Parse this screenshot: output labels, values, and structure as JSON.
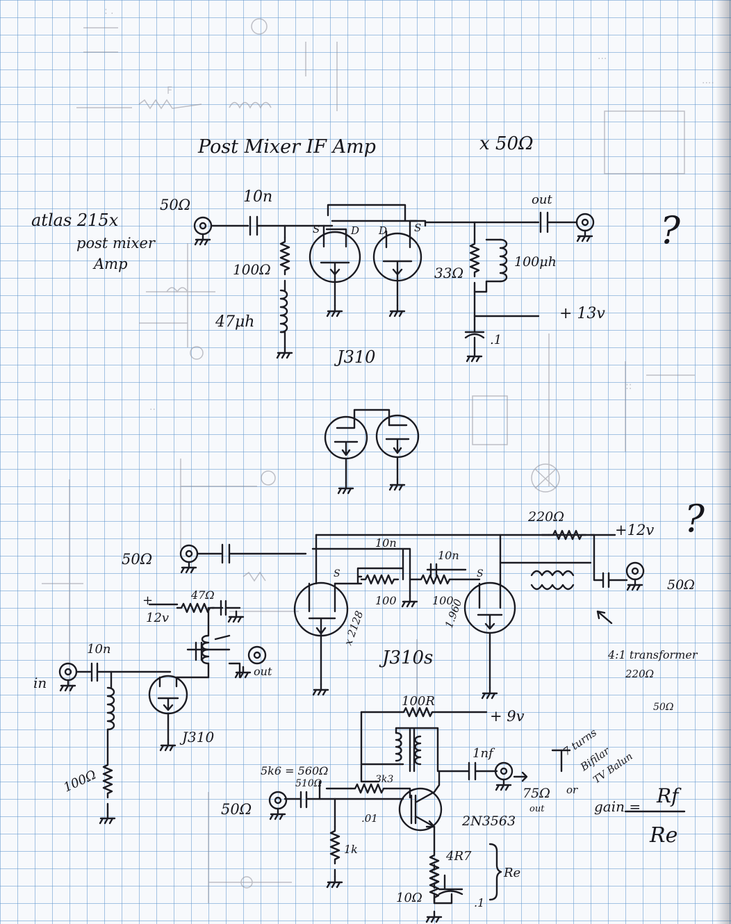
{
  "title": "Post Mixer IF Amp",
  "title_imp": "x 50Ω",
  "c1": {
    "in_note_line1": "atlas 215x",
    "in_note_line2": "post mixer",
    "in_note_line3": "Amp",
    "in_imp": "50Ω",
    "cap": "10n",
    "res": "100Ω",
    "ind": "47μh",
    "fet": "J310",
    "s1": "S",
    "d1": "D",
    "d2": "D",
    "s2": "S",
    "r_drain": "33Ω",
    "l_drain": "100μh",
    "supply": "+ 13v",
    "bypass": ".1",
    "out": "out",
    "question": "?"
  },
  "c2": {
    "r_top": "220Ω",
    "supply": "+12v",
    "in_imp": "50Ω",
    "cap1": "10n",
    "cap2": "10n",
    "r1": "100",
    "r2": "100",
    "s1": "S",
    "s2": "S",
    "note1": "x 2128",
    "note2": "1.960",
    "fet": "J310s",
    "out_imp": "50Ω",
    "trans_line1": "4:1 transformer",
    "trans_line2": "220Ω",
    "trans_line3": "50Ω",
    "question": "?"
  },
  "c3": {
    "plus": "+",
    "supply": "12v",
    "r": "47Ω",
    "cap": "10n",
    "in": "in",
    "out": "out",
    "fet": "J310",
    "res": "100Ω"
  },
  "c4": {
    "rf": "100R",
    "supply": "+ 9v",
    "cap_out": "1nf",
    "note_turns": "7 turns",
    "note_bifilar": "Bifilar",
    "note_balun": "TV Balun",
    "or": "or",
    "out_imp": "75Ω",
    "out_word": "out",
    "in_note1": "5k6 = 560Ω",
    "in_note2": "510Ω",
    "r_bias": "3k3",
    "in_imp": "50Ω",
    "cap_in": ".01",
    "r_base": "1k",
    "transistor": "2N3563",
    "gain_label": "gain =",
    "gain_num": "Rf",
    "gain_den": "Re",
    "re1": "4R7",
    "re2": "10Ω",
    "re_cap": ".1",
    "re_label": "Re"
  }
}
